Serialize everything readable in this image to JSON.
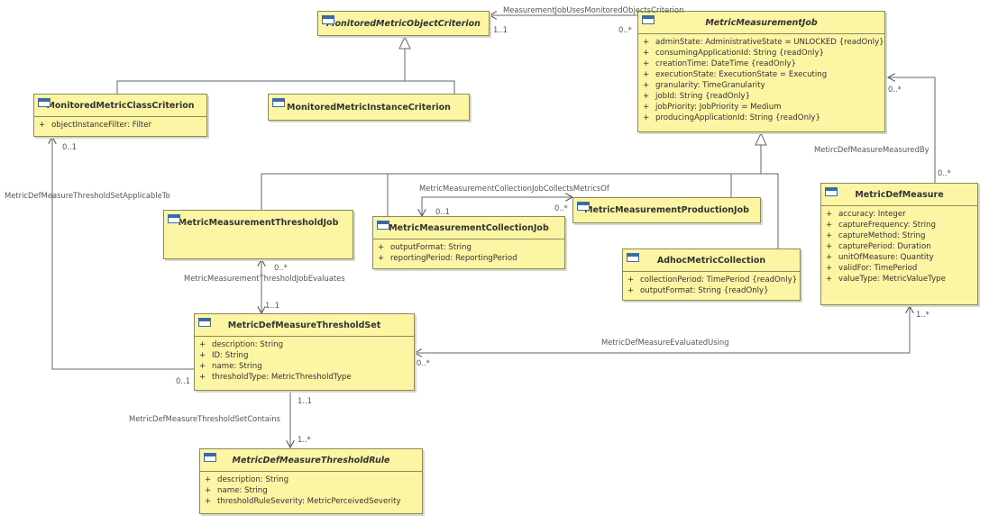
{
  "classes": {
    "monitored_metric_object_criterion": {
      "name": "MonitoredMetricObjectCriterion",
      "abstract": true,
      "attributes": []
    },
    "metric_measurement_job": {
      "name": "MetricMeasurementJob",
      "abstract": true,
      "attributes": [
        {
          "vis": "+",
          "text": "adminState: AdministrativeState = UNLOCKED {readOnly}"
        },
        {
          "vis": "+",
          "text": "consumingApplicationId: String {readOnly}"
        },
        {
          "vis": "+",
          "text": "creationTime: DateTime {readOnly}"
        },
        {
          "vis": "+",
          "text": "executionState: ExecutionState = Executing"
        },
        {
          "vis": "+",
          "text": "granularity: TimeGranularity"
        },
        {
          "vis": "+",
          "text": "jobId: String {readOnly}"
        },
        {
          "vis": "+",
          "text": "jobPriority: JobPriority = Medium"
        },
        {
          "vis": "+",
          "text": "producingApplicationId: String {readOnly}"
        }
      ]
    },
    "monitored_metric_class_criterion": {
      "name": "MonitoredMetricClassCriterion",
      "abstract": false,
      "attributes": [
        {
          "vis": "+",
          "text": "objectInstanceFilter: Filter"
        }
      ]
    },
    "monitored_metric_instance_criterion": {
      "name": "MonitoredMetricInstanceCriterion",
      "abstract": false,
      "attributes": []
    },
    "metric_def_measure": {
      "name": "MetricDefMeasure",
      "abstract": false,
      "attributes": [
        {
          "vis": "+",
          "text": "accuracy: Integer"
        },
        {
          "vis": "+",
          "text": "captureFrequency: String"
        },
        {
          "vis": "+",
          "text": "captureMethod: String"
        },
        {
          "vis": "+",
          "text": "capturePeriod: Duration"
        },
        {
          "vis": "+",
          "text": "unitOfMeasure: Quantity"
        },
        {
          "vis": "+",
          "text": "validFor: TimePeriod"
        },
        {
          "vis": "+",
          "text": "valueType: MetricValueType"
        }
      ]
    },
    "metric_measurement_threshold_job": {
      "name": "MetricMeasurementThresholdJob",
      "abstract": false,
      "attributes": []
    },
    "metric_measurement_collection_job": {
      "name": "MetricMeasurementCollectionJob",
      "abstract": false,
      "attributes": [
        {
          "vis": "+",
          "text": "outputFormat: String"
        },
        {
          "vis": "+",
          "text": "reportingPeriod: ReportingPeriod"
        }
      ]
    },
    "metric_measurement_production_job": {
      "name": "MetricMeasurementProductionJob",
      "abstract": false,
      "attributes": []
    },
    "adhoc_metric_collection": {
      "name": "AdhocMetricCollection",
      "abstract": false,
      "attributes": [
        {
          "vis": "+",
          "text": "collectionPeriod: TimePeriod {readOnly}"
        },
        {
          "vis": "+",
          "text": "outputFormat: String {readOnly}"
        }
      ]
    },
    "metric_def_measure_threshold_set": {
      "name": "MetricDefMeasureThresholdSet",
      "abstract": false,
      "attributes": [
        {
          "vis": "+",
          "text": "description: String"
        },
        {
          "vis": "+",
          "text": "ID: String"
        },
        {
          "vis": "+",
          "text": "name: String"
        },
        {
          "vis": "+",
          "text": "thresholdType: MetricThresholdType"
        }
      ]
    },
    "metric_def_measure_threshold_rule": {
      "name": "MetricDefMeasureThresholdRule",
      "abstract": true,
      "attributes": [
        {
          "vis": "+",
          "text": "description: String"
        },
        {
          "vis": "+",
          "text": "name: String"
        },
        {
          "vis": "+",
          "text": "thresholdRuleSeverity: MetricPerceivedSeverity"
        }
      ]
    }
  },
  "associations": {
    "job_uses_criterion": {
      "name": "MeasurementJobUsesMonitoredObjectsCriterion",
      "mult_a": "1..1",
      "mult_b": "0..*"
    },
    "measured_by": {
      "name": "MetircDefMeasureMeasuredBy",
      "mult_a": "0..*",
      "mult_b": "0..*"
    },
    "collects_metrics_of": {
      "name": "MetricMeasurementCollectionJobCollectsMetricsOf",
      "mult_a": "0..1",
      "mult_b": "0..*"
    },
    "threshold_set_applicable_to": {
      "name": "MetricDefMeasureThresholdSetApplicableTo",
      "mult_a": "0..1",
      "mult_b": "0..1"
    },
    "threshold_job_evaluates": {
      "name": "MetricMeasurementThresholdJobEvaluates",
      "mult_a": "0..*",
      "mult_b": "1..1"
    },
    "evaluated_using": {
      "name": "MetricDefMeasureEvaluatedUsing",
      "mult_a": "0..*",
      "mult_b": "1..*"
    },
    "threshold_set_contains": {
      "name": "MetricDefMeasureThresholdSetContains",
      "mult_a": "1..1",
      "mult_b": "1..*"
    }
  }
}
